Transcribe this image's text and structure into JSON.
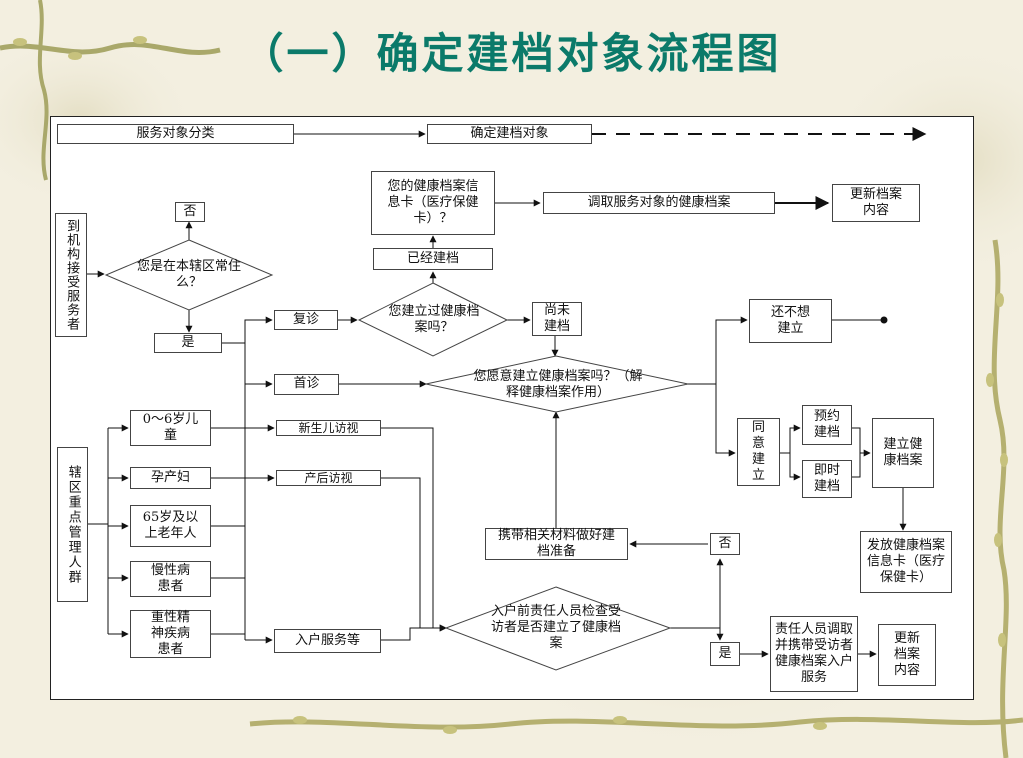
{
  "slide": {
    "title": "（一）确定建档对象流程图"
  },
  "nodes": {
    "service_classify": "服务对象分类",
    "determine_target": "确定建档对象",
    "visit_institution": "到机构接受服务者",
    "no_top": "否",
    "resident_question": "您是在本辖区常住么？",
    "yes_left": "是",
    "revisit": "复诊",
    "first_visit": "首诊",
    "has_file_question": "您建立过健康档案吗？",
    "already_filed": "已经建档",
    "card_question": "您的健康档案信息卡（医疗保健卡）？",
    "retrieve_file": "调取服务对象的健康档案",
    "update_file_top": "更新档案内容",
    "not_filed": "尚未建档",
    "willing_question": "您愿意建立健康档案吗？（解释健康档案作用）",
    "not_yet": "还不想建立",
    "agree": "同意建立",
    "appointment": "预约建档",
    "immediate": "即时建档",
    "create_file": "建立健康档案",
    "issue_card": "发放健康档案信息卡（医疗保健卡）",
    "key_groups": "辖区重点管理人群",
    "children": "0～6岁儿童",
    "pregnant": "孕产妇",
    "elderly": "65岁及以上老年人",
    "chronic": "慢性病患者",
    "mental": "重性精神疾病患者",
    "newborn_visit": "新生儿访视",
    "postpartum_visit": "产后访视",
    "home_service": "入户服务等",
    "home_check_question": "入户前责任人员检查受访者是否建立了健康档案",
    "bring_materials": "携带相关材料做好建档准备",
    "no_right": "否",
    "yes_right": "是",
    "staff_retrieve": "责任人员调取并携带受访者健康档案入户服务",
    "update_file_bottom": "更新档案内容"
  }
}
